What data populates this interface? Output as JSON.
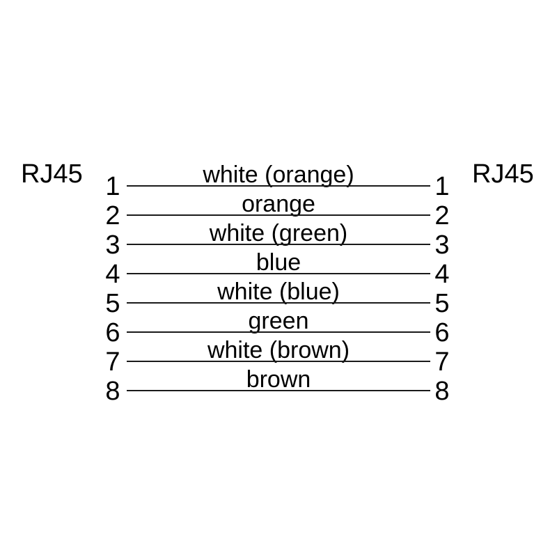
{
  "diagram": {
    "left_connector": {
      "label": "RJ45"
    },
    "right_connector": {
      "label": "RJ45"
    },
    "colors": {
      "foreground": "#000000",
      "background": "#ffffff",
      "line": "#1a1a1a"
    },
    "rows": [
      {
        "pin_left": "1",
        "wire": "white (orange)",
        "pin_right": "1"
      },
      {
        "pin_left": "2",
        "wire": "orange",
        "pin_right": "2"
      },
      {
        "pin_left": "3",
        "wire": "white (green)",
        "pin_right": "3"
      },
      {
        "pin_left": "4",
        "wire": "blue",
        "pin_right": "4"
      },
      {
        "pin_left": "5",
        "wire": "white (blue)",
        "pin_right": "5"
      },
      {
        "pin_left": "6",
        "wire": "green",
        "pin_right": "6"
      },
      {
        "pin_left": "7",
        "wire": "white (brown)",
        "pin_right": "7"
      },
      {
        "pin_left": "8",
        "wire": "brown",
        "pin_right": "8"
      }
    ]
  }
}
